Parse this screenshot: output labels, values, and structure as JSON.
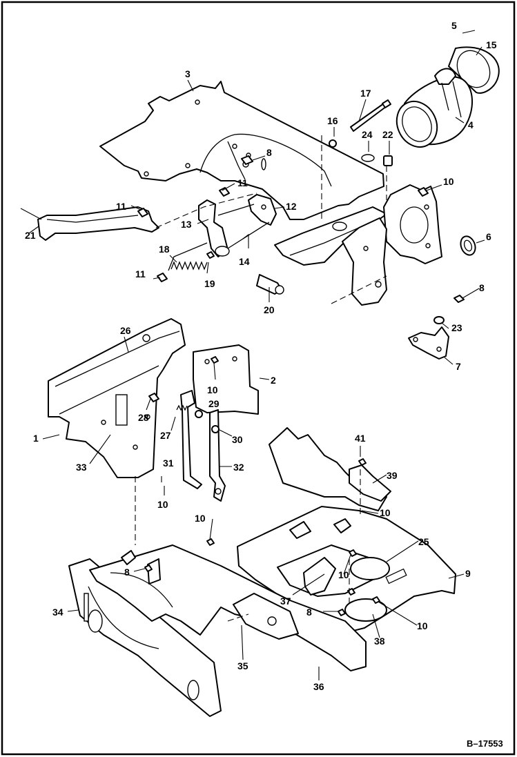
{
  "figure": {
    "reference": "B–17553"
  },
  "callouts": [
    {
      "id": "5",
      "text": "5"
    },
    {
      "id": "15",
      "text": "15"
    },
    {
      "id": "3",
      "text": "3"
    },
    {
      "id": "17",
      "text": "17"
    },
    {
      "id": "4",
      "text": "4"
    },
    {
      "id": "16",
      "text": "16"
    },
    {
      "id": "24",
      "text": "24"
    },
    {
      "id": "22",
      "text": "22"
    },
    {
      "id": "8a",
      "text": "8"
    },
    {
      "id": "11a",
      "text": "11"
    },
    {
      "id": "10a",
      "text": "10"
    },
    {
      "id": "11b",
      "text": "11"
    },
    {
      "id": "12",
      "text": "12"
    },
    {
      "id": "13",
      "text": "13"
    },
    {
      "id": "21",
      "text": "21"
    },
    {
      "id": "6",
      "text": "6"
    },
    {
      "id": "18",
      "text": "18"
    },
    {
      "id": "14",
      "text": "14"
    },
    {
      "id": "11c",
      "text": "11"
    },
    {
      "id": "19",
      "text": "19"
    },
    {
      "id": "20",
      "text": "20"
    },
    {
      "id": "8b",
      "text": "8"
    },
    {
      "id": "23",
      "text": "23"
    },
    {
      "id": "7",
      "text": "7"
    },
    {
      "id": "26",
      "text": "26"
    },
    {
      "id": "10b",
      "text": "10"
    },
    {
      "id": "2",
      "text": "2"
    },
    {
      "id": "28",
      "text": "28"
    },
    {
      "id": "29",
      "text": "29"
    },
    {
      "id": "1",
      "text": "1"
    },
    {
      "id": "27",
      "text": "27"
    },
    {
      "id": "30",
      "text": "30"
    },
    {
      "id": "33",
      "text": "33"
    },
    {
      "id": "31",
      "text": "31"
    },
    {
      "id": "32",
      "text": "32"
    },
    {
      "id": "10c",
      "text": "10"
    },
    {
      "id": "41",
      "text": "41"
    },
    {
      "id": "39",
      "text": "39"
    },
    {
      "id": "10d",
      "text": "10"
    },
    {
      "id": "10e",
      "text": "10"
    },
    {
      "id": "25",
      "text": "25"
    },
    {
      "id": "8c",
      "text": "8"
    },
    {
      "id": "9",
      "text": "9"
    },
    {
      "id": "10f",
      "text": "10"
    },
    {
      "id": "37",
      "text": "37"
    },
    {
      "id": "34",
      "text": "34"
    },
    {
      "id": "8d",
      "text": "8"
    },
    {
      "id": "10g",
      "text": "10"
    },
    {
      "id": "38",
      "text": "38"
    },
    {
      "id": "35",
      "text": "35"
    },
    {
      "id": "36",
      "text": "36"
    }
  ]
}
